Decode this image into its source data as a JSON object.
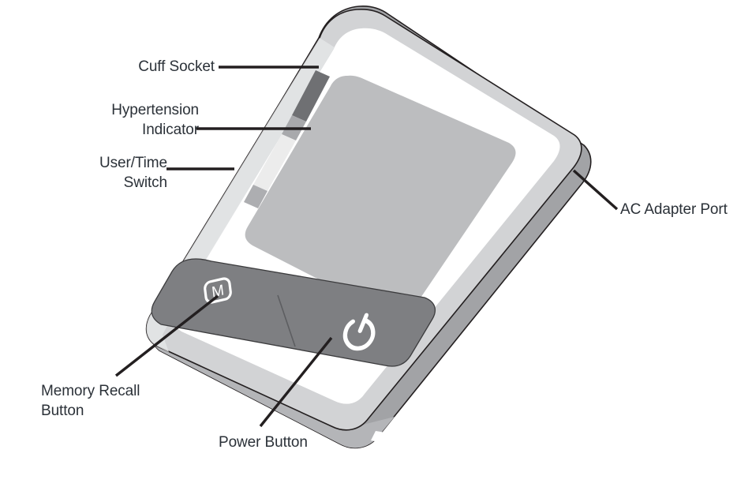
{
  "illustration": {
    "subject": "blood-pressure-monitor",
    "view": "three-quarter-perspective",
    "background_color": "#ffffff"
  },
  "callouts": [
    {
      "id": "cuff-socket",
      "label": "Cuff Socket",
      "lines": [
        "Cuff Socket"
      ],
      "leader": "horizontal",
      "align": "right"
    },
    {
      "id": "hypertension-indicator",
      "label": "Hypertension Indicator",
      "lines": [
        "Hypertension",
        "Indicator"
      ],
      "leader": "horizontal",
      "align": "right"
    },
    {
      "id": "user-time-switch",
      "label": "User/Time Switch",
      "lines": [
        "User/Time",
        "Switch"
      ],
      "leader": "horizontal",
      "align": "right"
    },
    {
      "id": "ac-adapter-port",
      "label": "AC Adapter Port",
      "lines": [
        "AC Adapter Port"
      ],
      "leader": "diagonal",
      "align": "left"
    },
    {
      "id": "memory-recall-button",
      "label": "Memory Recall Button",
      "lines": [
        "Memory Recall",
        "Button"
      ],
      "leader": "diagonal",
      "align": "left"
    },
    {
      "id": "power-button",
      "label": "Power Button",
      "lines": [
        "Power Button"
      ],
      "leader": "diagonal",
      "align": "left"
    }
  ],
  "device": {
    "name": "blood-pressure-monitor",
    "screen": {
      "name": "lcd-display",
      "color": "#bcbdbf"
    },
    "buttons": [
      {
        "id": "memory-recall",
        "glyph": "M",
        "glyph_name": "memory-m-icon",
        "color": "#7e7f82"
      },
      {
        "id": "power",
        "glyph": "power-symbol",
        "glyph_name": "power-icon",
        "color": "#7e7f82"
      }
    ],
    "indicator_strip": {
      "name": "hypertension-indicator-strip",
      "segments": [
        {
          "id": "segment-1",
          "color": "#6f7073"
        },
        {
          "id": "segment-2",
          "color": "#a8a9ac"
        },
        {
          "id": "segment-3",
          "color": "#ececec"
        },
        {
          "id": "segment-4",
          "color": "#adaeb1"
        }
      ]
    },
    "colors": {
      "outline": "#231f20",
      "bezel_top": "#d2d3d5",
      "face": "#ffffff",
      "side_wall_right": "#a2a3a6",
      "side_wall_bottom": "#b4b5b8",
      "lower_deck": "#d2d3d5",
      "button_panel": "#7e7f82",
      "label_text": "#2b3138",
      "leader_line": "#231f20"
    }
  }
}
